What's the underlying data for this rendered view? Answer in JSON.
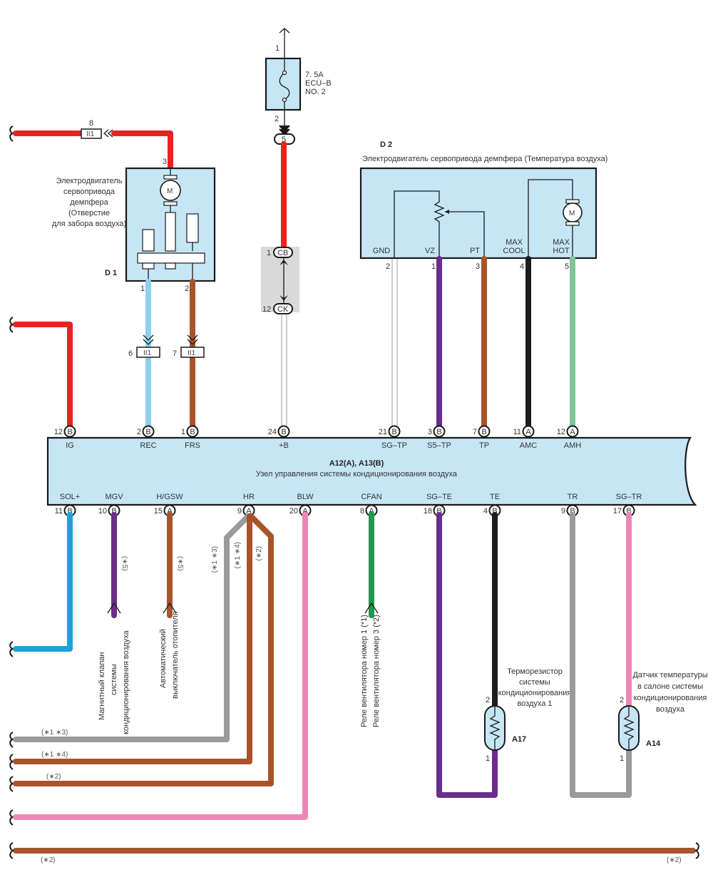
{
  "colors": {
    "red": "#e52421",
    "light_blue": "#8fd0ef",
    "brown": "#a9532a",
    "purple": "#6a2d8c",
    "black": "#1d1d1b",
    "light_green": "#7fc59a",
    "blue": "#1aa2dc",
    "green": "#1d9a4e",
    "gray": "#9a9a9c",
    "pink": "#ef86b9",
    "white_wire": "#ffffff",
    "component_fill": "#c6e6f6",
    "junction_fill": "#d9d9d9"
  },
  "fuse": {
    "rating": "7. 5A",
    "name": "ECU–B",
    "number": "NO. 2",
    "pin_in": "1",
    "pin_out": "2",
    "junction": "5"
  },
  "junction_block": {
    "top_pin": "1",
    "top_code": "CB",
    "bottom_pin": "12",
    "bottom_code": "CK"
  },
  "d1": {
    "id": "D 1",
    "description": [
      "Электродвигатель",
      "сервопривода",
      "демпфера",
      "(Отверстие",
      "для забора воздуха)"
    ],
    "pins": {
      "power": "3",
      "rec": "1",
      "frs": "2"
    },
    "motor_label": "M",
    "connectors": [
      {
        "pin": "8",
        "code": "II1"
      },
      {
        "pin": "6",
        "code": "II1"
      },
      {
        "pin": "7",
        "code": "II1"
      }
    ]
  },
  "d2": {
    "id": "D 2",
    "description": "Электродвигатель сервопривода демпфера (Температура воздуха)",
    "motor_label": "M",
    "terminals": [
      {
        "name": "GND",
        "pin": "2"
      },
      {
        "name": "VZ",
        "pin": "1"
      },
      {
        "name": "PT",
        "pin": "3"
      },
      {
        "name": "MAX\nCOOL",
        "name1": "MAX",
        "name2": "COOL",
        "pin": "4"
      },
      {
        "name": "MAX\nHOT",
        "name1": "MAX",
        "name2": "HOT",
        "pin": "5"
      }
    ]
  },
  "ecu": {
    "id": "A12(A), A13(B)",
    "description": "Узел управления системы кондиционирования воздуха",
    "top_pins": [
      {
        "num": "12",
        "conn": "B",
        "name": "IG"
      },
      {
        "num": "2",
        "conn": "B",
        "name": "REC"
      },
      {
        "num": "1",
        "conn": "B",
        "name": "FRS"
      },
      {
        "num": "24",
        "conn": "B",
        "name": "+B"
      },
      {
        "num": "21",
        "conn": "B",
        "name": "SG–TP"
      },
      {
        "num": "3",
        "conn": "B",
        "name": "S5–TP"
      },
      {
        "num": "7",
        "conn": "B",
        "name": "TP"
      },
      {
        "num": "11",
        "conn": "A",
        "name": "AMC"
      },
      {
        "num": "12",
        "conn": "A",
        "name": "AMH"
      }
    ],
    "bottom_pins": [
      {
        "num": "11",
        "conn": "B",
        "name": "SOL+"
      },
      {
        "num": "10",
        "conn": "B",
        "name": "MGV"
      },
      {
        "num": "15",
        "conn": "A",
        "name": "H/GSW"
      },
      {
        "num": "9",
        "conn": "A",
        "name": "HR"
      },
      {
        "num": "20",
        "conn": "A",
        "name": "BLW"
      },
      {
        "num": "8",
        "conn": "A",
        "name": "CFAN"
      },
      {
        "num": "18",
        "conn": "B",
        "name": "SG–TE"
      },
      {
        "num": "4",
        "conn": "B",
        "name": "TE"
      },
      {
        "num": "9",
        "conn": "B",
        "name": "TR"
      },
      {
        "num": "17",
        "conn": "B",
        "name": "SG–TR"
      }
    ]
  },
  "notes": {
    "mgv": "(∗5)",
    "hgsw": "(∗5)",
    "hr_gray": "(∗1 ∗3)",
    "hr_brown1": "(∗1 ∗4)",
    "hr_brown2": "(∗2)",
    "bottom_left": "(∗2)",
    "bottom_right": "(∗2)"
  },
  "destinations": {
    "mgv": [
      "Магнитный клапан",
      "системы",
      "кондиционирования воздуха"
    ],
    "hgsw": [
      "Автоматический",
      "выключатель отопителя"
    ],
    "cfan": [
      "Реле вентилятора номер 1 (*1)",
      "Реле вентилятора номер 3 (*2)"
    ]
  },
  "a17": {
    "id": "A17",
    "description": [
      "Терморезистор",
      "системы",
      "кондиционирования",
      "воздуха   1"
    ],
    "pin_top": "2",
    "pin_bottom": "1"
  },
  "a14": {
    "id": "A14",
    "description": [
      "Датчик температуры",
      "в салоне системы",
      "кондиционирования",
      "воздуха"
    ],
    "pin_top": "2",
    "pin_bottom": "1"
  }
}
